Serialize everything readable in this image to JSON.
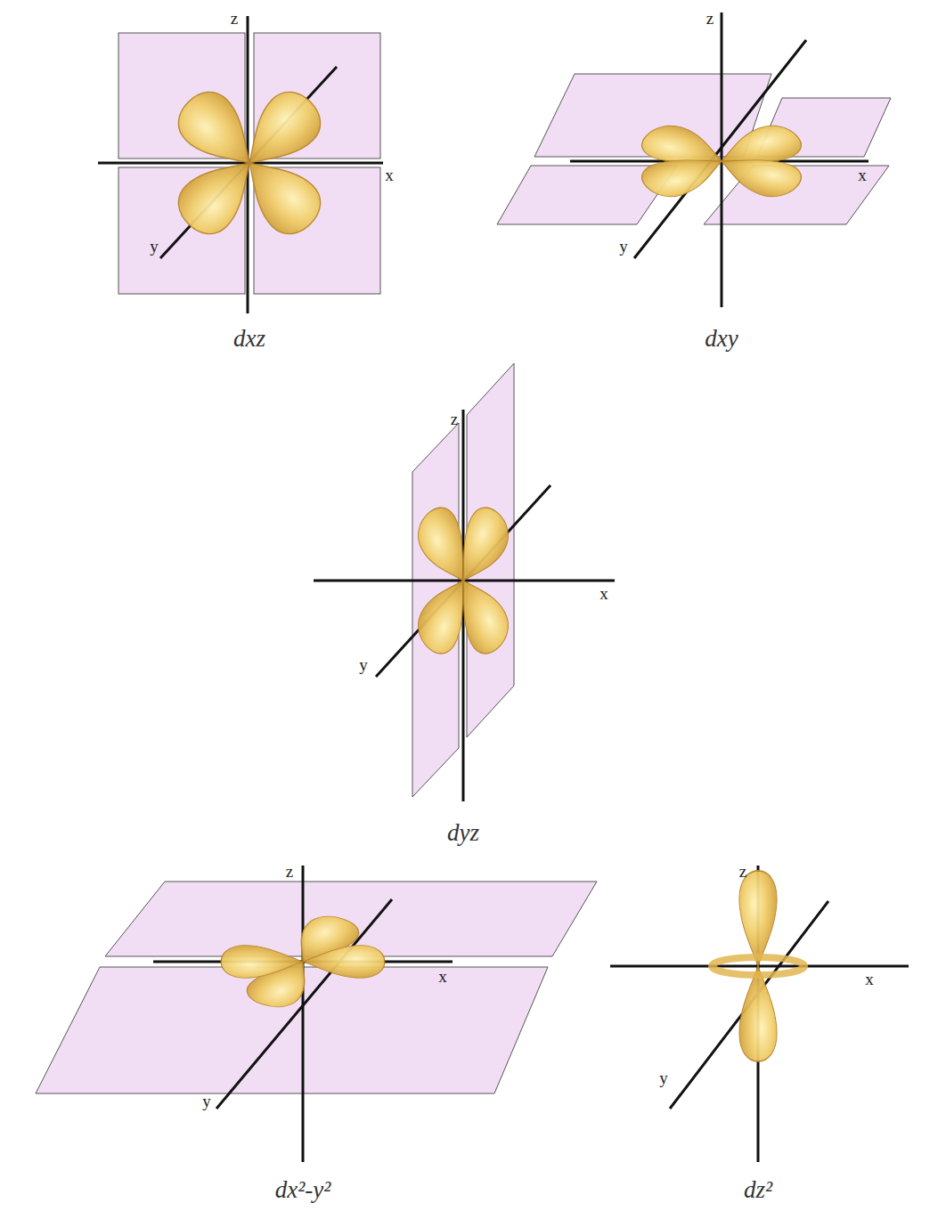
{
  "diagram": {
    "labels": [
      "z",
      "x",
      "y",
      "dxz",
      "z",
      "x",
      "y",
      "dxy",
      "z",
      "x",
      "y",
      "dyz",
      "z",
      "x",
      "y",
      "dx²-y²",
      "z",
      "x",
      "y",
      "dz²"
    ]
  }
}
